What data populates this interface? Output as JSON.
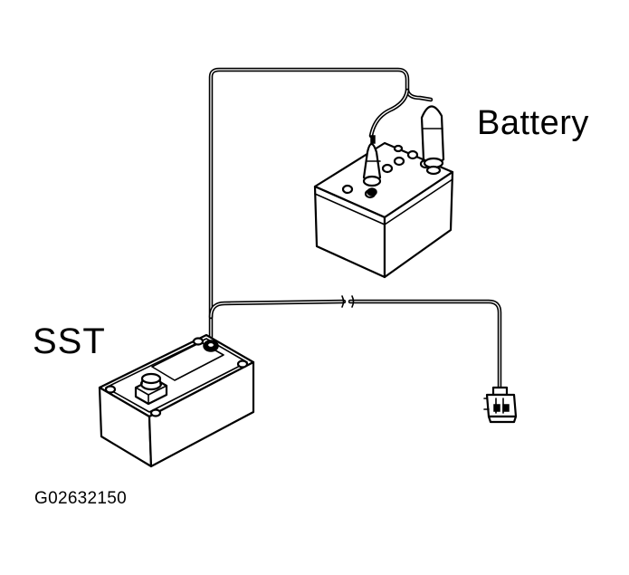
{
  "labels": {
    "battery": "Battery",
    "sst": "SST",
    "figure_code": "G02632150"
  },
  "colors": {
    "line": "#000000",
    "background": "#ffffff"
  }
}
